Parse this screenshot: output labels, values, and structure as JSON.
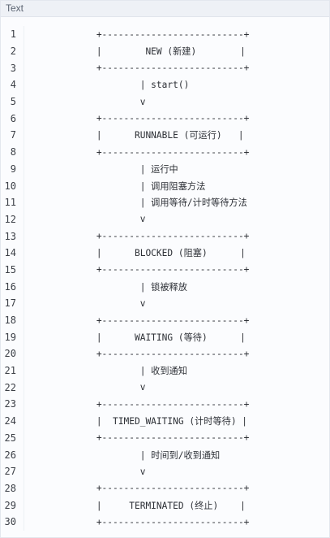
{
  "header": {
    "label": "Text"
  },
  "lines": [
    {
      "no": "1",
      "text": "            +--------------------------+"
    },
    {
      "no": "2",
      "text": "            |        NEW (新建)        |"
    },
    {
      "no": "3",
      "text": "            +--------------------------+"
    },
    {
      "no": "4",
      "text": "                    | start()"
    },
    {
      "no": "5",
      "text": "                    v"
    },
    {
      "no": "6",
      "text": "            +--------------------------+"
    },
    {
      "no": "7",
      "text": "            |      RUNNABLE (可运行)   |"
    },
    {
      "no": "8",
      "text": "            +--------------------------+"
    },
    {
      "no": "9",
      "text": "                    | 运行中"
    },
    {
      "no": "10",
      "text": "                    | 调用阻塞方法"
    },
    {
      "no": "11",
      "text": "                    | 调用等待/计时等待方法"
    },
    {
      "no": "12",
      "text": "                    v"
    },
    {
      "no": "13",
      "text": "            +--------------------------+"
    },
    {
      "no": "14",
      "text": "            |      BLOCKED (阻塞)      |"
    },
    {
      "no": "15",
      "text": "            +--------------------------+"
    },
    {
      "no": "16",
      "text": "                    | 锁被释放"
    },
    {
      "no": "17",
      "text": "                    v"
    },
    {
      "no": "18",
      "text": "            +--------------------------+"
    },
    {
      "no": "19",
      "text": "            |      WAITING (等待)      |"
    },
    {
      "no": "20",
      "text": "            +--------------------------+"
    },
    {
      "no": "21",
      "text": "                    | 收到通知"
    },
    {
      "no": "22",
      "text": "                    v"
    },
    {
      "no": "23",
      "text": "            +--------------------------+"
    },
    {
      "no": "24",
      "text": "            |  TIMED_WAITING (计时等待) |"
    },
    {
      "no": "25",
      "text": "            +--------------------------+"
    },
    {
      "no": "26",
      "text": "                    | 时间到/收到通知"
    },
    {
      "no": "27",
      "text": "                    v"
    },
    {
      "no": "28",
      "text": "            +--------------------------+"
    },
    {
      "no": "29",
      "text": "            |     TERMINATED (终止)    |"
    },
    {
      "no": "30",
      "text": "            +--------------------------+"
    }
  ]
}
